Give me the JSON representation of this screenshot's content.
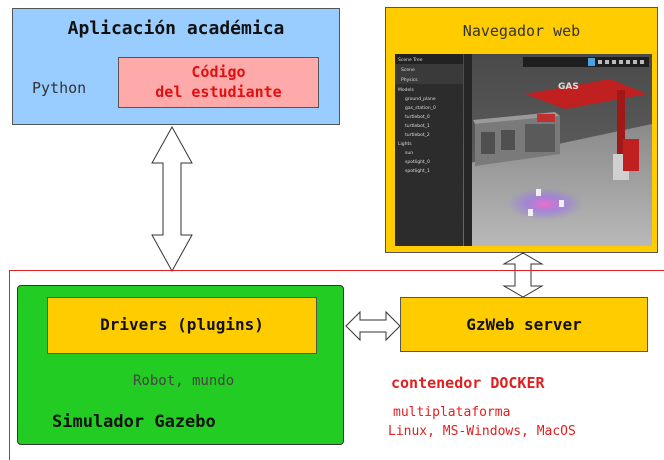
{
  "academic_app": {
    "title": "Aplicación académica",
    "language": "Python",
    "student_code": [
      "Código",
      "del estudiante"
    ]
  },
  "browser": {
    "title": "Navegador web",
    "screenshot": {
      "panel_title": "Scene Tree",
      "items": [
        "Scene",
        "Physics",
        "Models",
        "ground_plane",
        "gas_station_0",
        "turtlebot_0",
        "turtlebot_1",
        "turtlebot_2",
        "Lights",
        "sun",
        "spotlight_0",
        "spotlight_1"
      ]
    }
  },
  "gazebo": {
    "title": "Simulador Gazebo",
    "drivers": "Drivers (plugins)",
    "robot_world": "Robot, mundo"
  },
  "gzweb": {
    "label": "GzWeb server"
  },
  "docker": {
    "title": "contenedor DOCKER",
    "subtitle": "multiplataforma",
    "platforms": "Linux, MS-Windows, MacOS"
  },
  "colors": {
    "academic_box": "#99ccff",
    "student_box": "#ffaaaa",
    "yellow": "#ffcc00",
    "gazebo_green": "#22cc22",
    "docker_red": "#e02020"
  }
}
